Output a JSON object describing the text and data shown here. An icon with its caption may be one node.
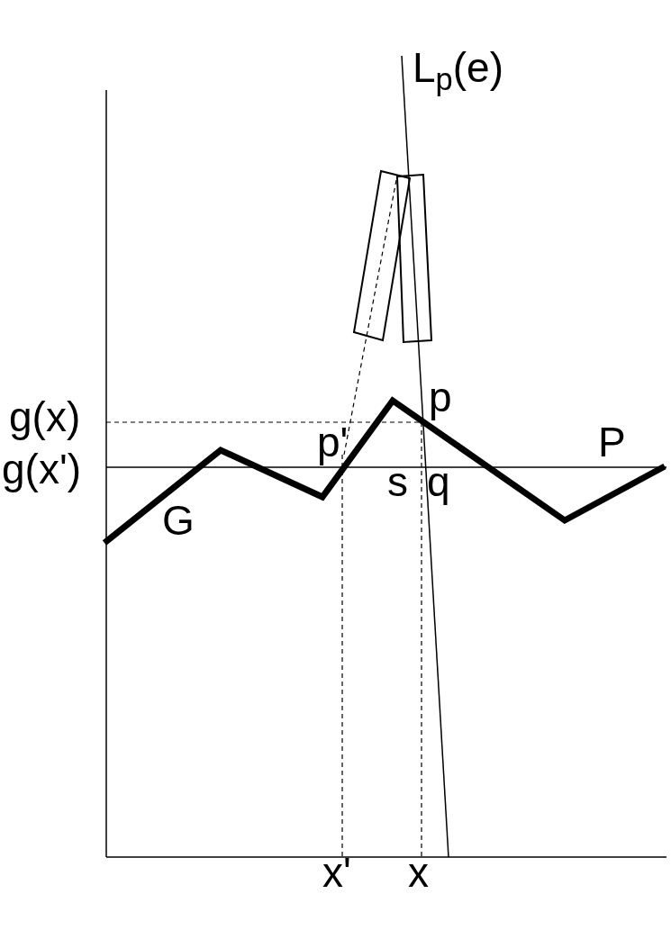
{
  "diagram": {
    "labels": [
      "L$_{p}$(e)",
      "p",
      "g(x)",
      "p'",
      "P",
      "g(x')",
      "s",
      "q",
      "G",
      "x'",
      "x"
    ]
  }
}
